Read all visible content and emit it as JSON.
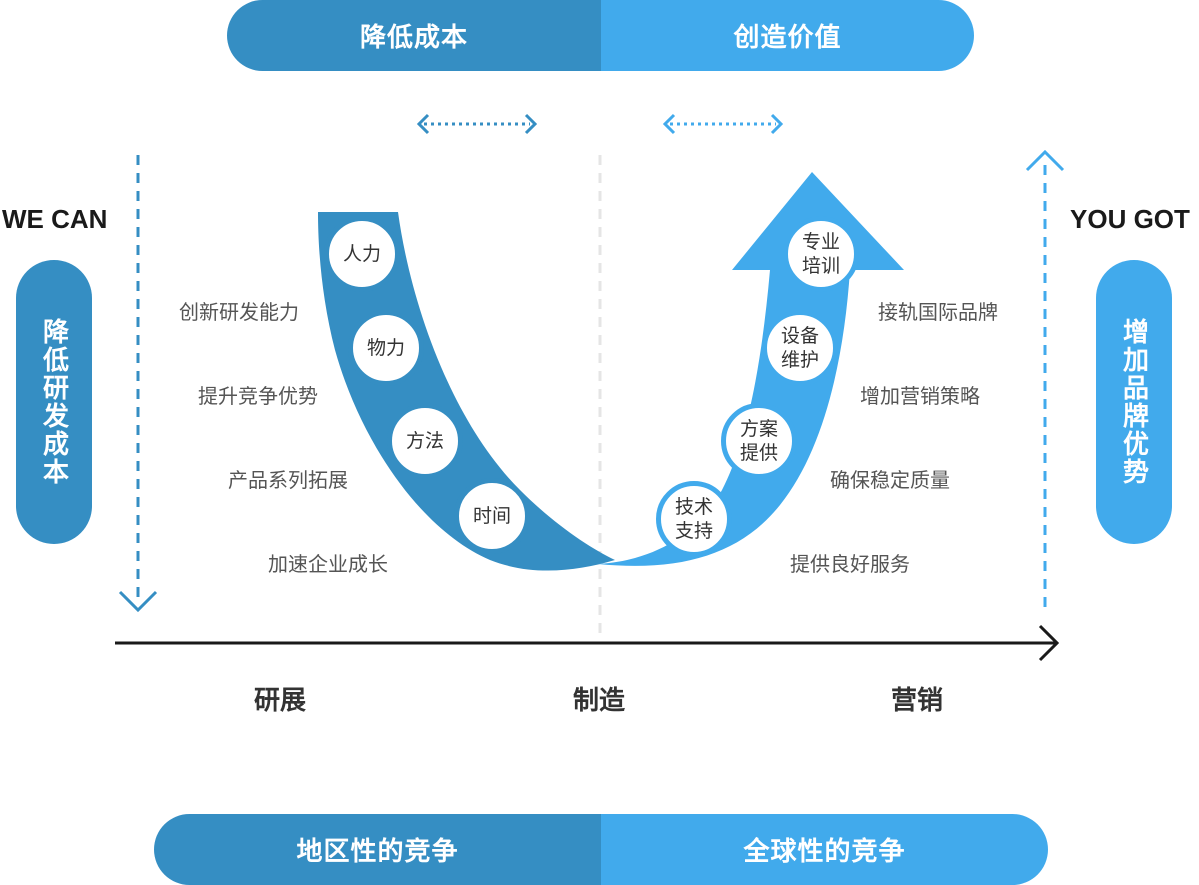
{
  "colors": {
    "dark_blue": "#358ec3",
    "light_blue": "#41aaec",
    "axis": "#1a1a1a",
    "text": "#555555"
  },
  "top_bar": {
    "left": "降低成本",
    "right": "创造价值"
  },
  "bottom_bar": {
    "left": "地区性的竞争",
    "right": "全球性的竞争"
  },
  "left_side": {
    "heading": "WE CAN",
    "pill": "降低研发成本"
  },
  "right_side": {
    "heading": "YOU GOT",
    "pill": "增加品牌优势"
  },
  "left_list": [
    "创新研发能力",
    "提升竞争优势",
    "产品系列拓展",
    "加速企业成长"
  ],
  "right_list": [
    "接轨国际品牌",
    "增加营销策略",
    "确保稳定质量",
    "提供良好服务"
  ],
  "left_circles": [
    "人力",
    "物力",
    "方法",
    "时间"
  ],
  "right_circles": [
    [
      "技术",
      "支持"
    ],
    [
      "方案",
      "提供"
    ],
    [
      "设备",
      "维护"
    ],
    [
      "专业",
      "培训"
    ]
  ],
  "stages": [
    "研展",
    "制造",
    "营销"
  ]
}
